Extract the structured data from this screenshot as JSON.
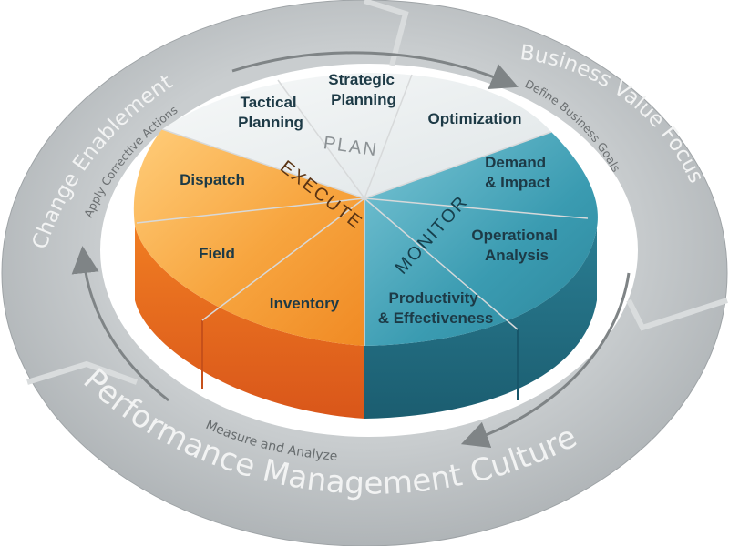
{
  "ring": {
    "outer_top_right": "Business Value Focus",
    "outer_top_right_sub": "Define Business Goals",
    "outer_left": "Change Enablement",
    "outer_left_sub": "Apply Corrective Actions",
    "outer_bottom": "Performance Management Culture",
    "outer_bottom_sub": "Measure and Analyze"
  },
  "phases": {
    "plan": "PLAN",
    "execute": "EXECUTE",
    "monitor": "MONITOR"
  },
  "segments": {
    "tactical_planning": [
      "Tactical",
      "Planning"
    ],
    "strategic_planning": [
      "Strategic",
      "Planning"
    ],
    "optimization": "Optimization",
    "demand_impact": [
      "Demand",
      "& Impact"
    ],
    "operational_analysis": [
      "Operational",
      "Analysis"
    ],
    "productivity": [
      "Productivity",
      "& Effectiveness"
    ],
    "dispatch": "Dispatch",
    "field": "Field",
    "inventory": "Inventory"
  },
  "colors": {
    "ring": "#b7bcbe",
    "plan": "#e6ebec",
    "execute": "#f39a2c",
    "monitor": "#2f8ea3",
    "text_dark": "#1d3a46"
  }
}
